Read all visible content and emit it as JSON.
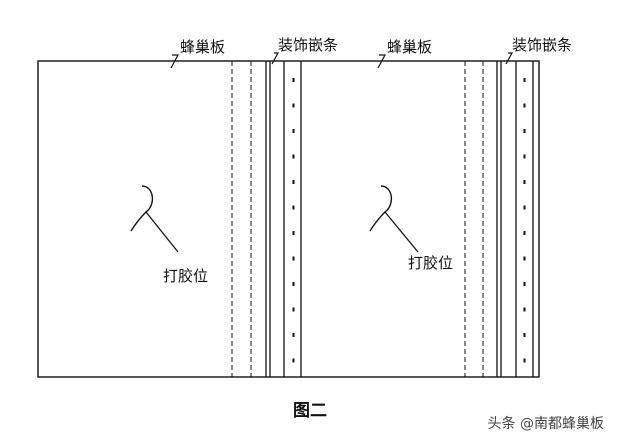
{
  "diagram": {
    "labels": {
      "honeycomb_panel": "蜂巢板",
      "decorative_strip": "装饰嵌条",
      "glue_point": "打胶位"
    },
    "caption": "图二",
    "panel_count": 2
  },
  "watermark": {
    "text": "头条 @南都蜂巢板"
  },
  "colors": {
    "stroke": "#111111",
    "background": "#ffffff",
    "watermark": "#444444"
  }
}
